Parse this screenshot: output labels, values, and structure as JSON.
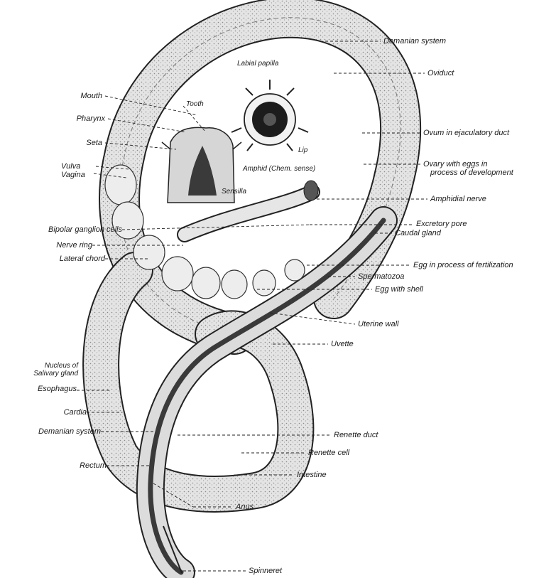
{
  "labels": {
    "demanian_system_top": "Demanian system",
    "oviduct": "Oviduct",
    "labial_papilla": "Labial papilla",
    "tooth": "Tooth",
    "mouth": "Mouth",
    "pharynx": "Pharynx",
    "seta": "Seta",
    "vulva": "Vulva",
    "vagina": "Vagina",
    "lip": "Lip",
    "amphid": "Amphid (Chem. sense)",
    "sensilla": "Sensilla",
    "ovum_in_ejaculatory_duct": "Ovum in ejaculatory duct",
    "ovary_line1": "Ovary with eggs in",
    "ovary_line2": "process of development",
    "amphidial_nerve": "Amphidial nerve",
    "excretory_pore": "Excretory pore",
    "caudal_gland": "Caudal gland",
    "bipolar_ganglion_cells": "Bipolar ganglion cells",
    "nerve_ring": "Nerve ring",
    "lateral_chord": "Lateral chord",
    "egg_in_fertilization": "Egg in process of fertilization",
    "spermatozoa": "Spermatozoa",
    "egg_with_shell": "Egg with shell",
    "uterine_wall": "Uterine wall",
    "uvette": "Uvette",
    "nucleus_line1": "Nucleus of",
    "nucleus_line2": "Salivary gland",
    "esophagus": "Esophagus",
    "cardia": "Cardia",
    "demanian_system_bottom": "Demanian system",
    "renette_duct": "Renette duct",
    "renette_cell": "Renette cell",
    "rectum": "Rectum",
    "intestine": "Intestine",
    "anus": "Anus",
    "spinneret": "Spinneret"
  },
  "colors": {
    "ink": "#1a1a1a",
    "body_fill": "#d9d9d9",
    "body_outline": "#222222",
    "gut": "#3a3a3a",
    "paper": "#ffffff"
  }
}
